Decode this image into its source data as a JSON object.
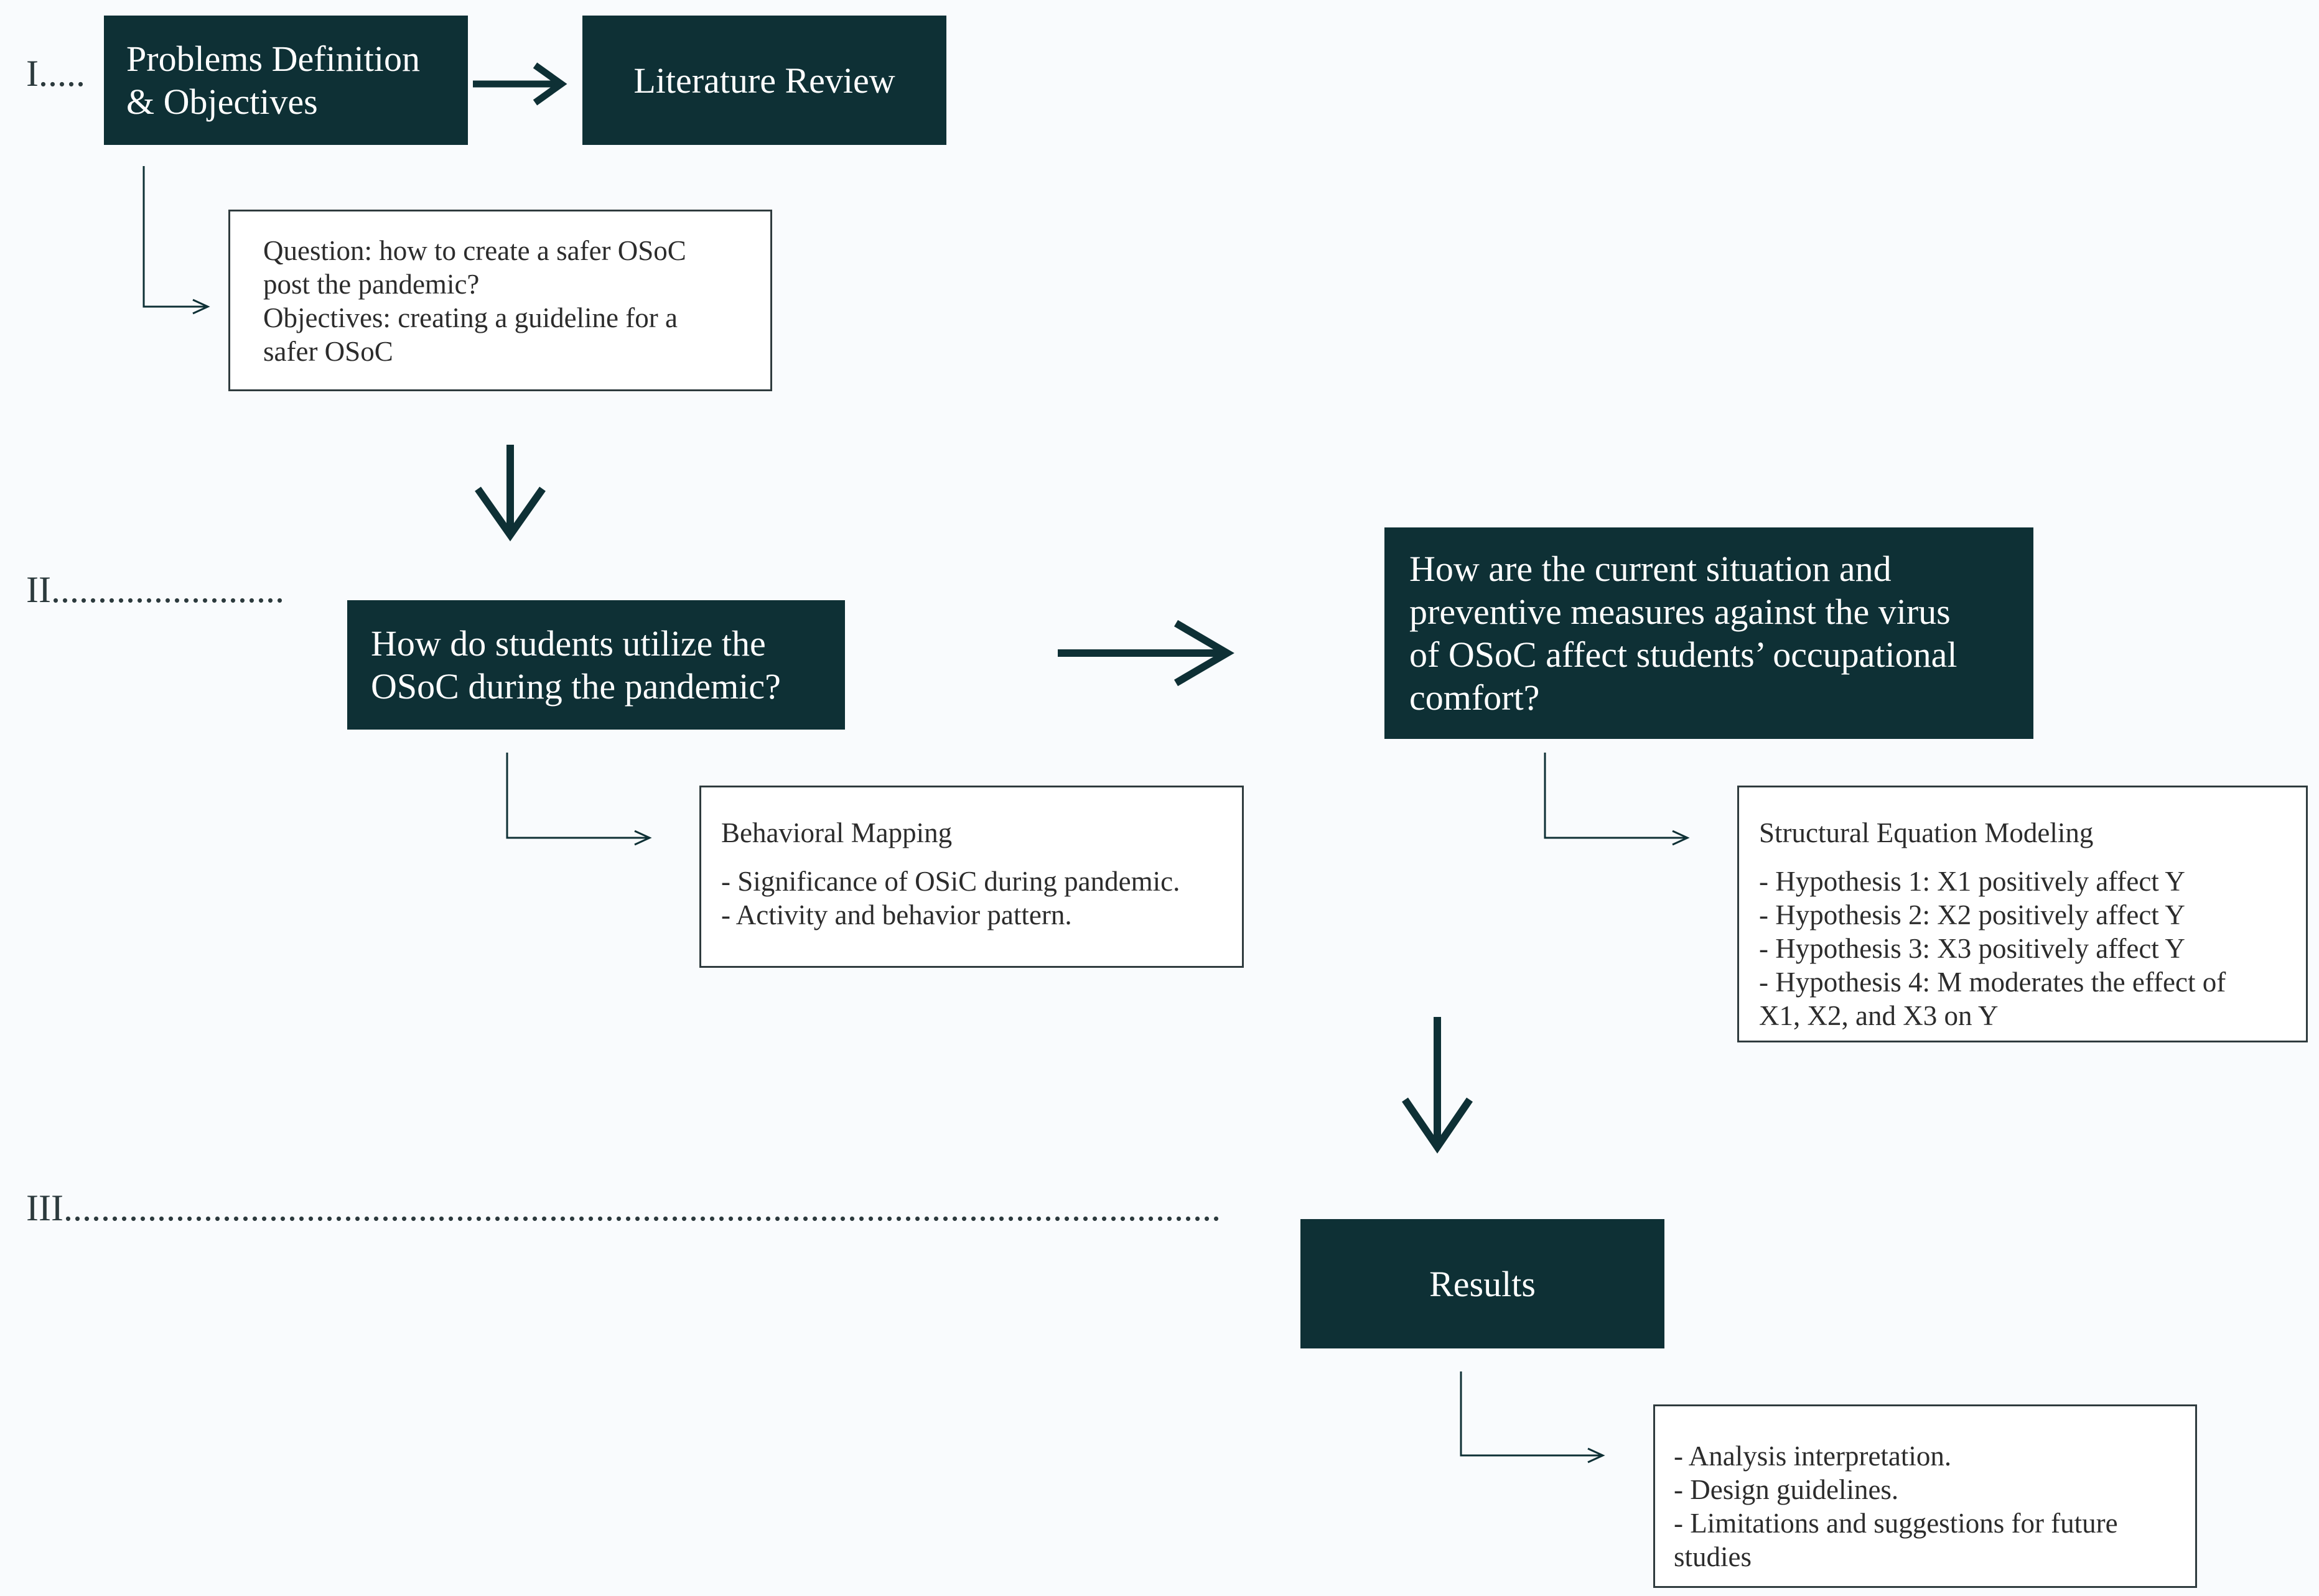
{
  "stages": [
    {
      "label": "I....."
    },
    {
      "label": "II........................."
    },
    {
      "label": "III............................................................................................................................"
    }
  ],
  "nodes": {
    "problems": "Problems Definition\n& Objectives",
    "literature": "Literature Review",
    "usage_question": "How do students utilize the\nOSoC during the pandemic?",
    "comfort_question": "How are the current situation and\npreventive measures against the virus\nof OSoC affect students’ occupational\ncomfort?",
    "results": "Results"
  },
  "notes": {
    "objectives": {
      "lines": [
        "Question: how to create a safer OSoC\npost the pandemic?",
        "Objectives: creating a guideline for a\nsafer OSoC"
      ]
    },
    "behavioral": {
      "title": "Behavioral Mapping",
      "lines": [
        "- Significance of OSiC during pandemic.",
        "- Activity and behavior pattern."
      ]
    },
    "sem": {
      "title": "Structural Equation Modeling",
      "lines": [
        "- Hypothesis 1: X1 positively affect Y",
        "- Hypothesis 2: X2 positively affect Y",
        "- Hypothesis 3: X3 positively affect Y",
        "- Hypothesis 4: M moderates the effect of\nX1, X2, and X3 on Y"
      ]
    },
    "results": {
      "lines": [
        "- Analysis interpretation.",
        "- Design guidelines.",
        "- Limitations and suggestions for future\nstudies"
      ]
    }
  },
  "colors": {
    "node_fill": "#0e3035",
    "node_text": "#ffffff",
    "arrow": "#0e3035",
    "note_border": "#2f3b3e",
    "background": "#f9fbfd"
  }
}
